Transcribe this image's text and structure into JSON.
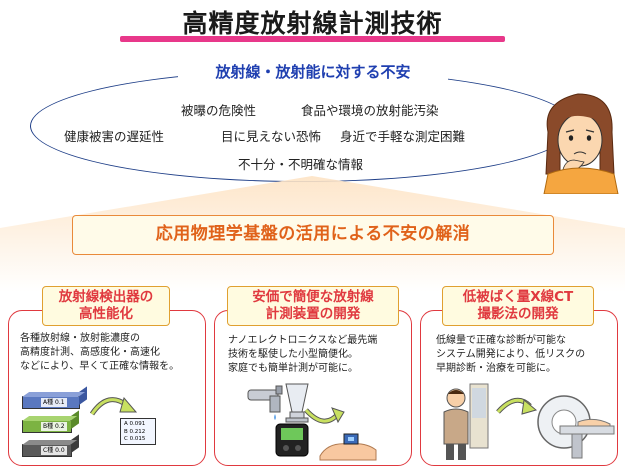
{
  "title": "高精度放射線計測技術",
  "anxiety": {
    "heading": "放射線・放射能に対する不安",
    "items": [
      "被曝の危険性",
      "食品や環境の放射能汚染",
      "健康被害の遅延性",
      "目に見えない恐怖",
      "身近で手軽な測定困難",
      "不十分・不明確な情報"
    ]
  },
  "solution": "応用物理学基盤の活用による不安の解消",
  "panels": [
    {
      "heading_line1": "放射線検出器の",
      "heading_line2": "高性能化",
      "body": [
        "各種放射線・放射能濃度の",
        "高精度計測、高感度化・高速化",
        "などにより、早くて正確な情報を。"
      ],
      "bars": [
        "A種 0.1",
        "B種 0.2",
        "C種 0.0"
      ],
      "readout": [
        "A 0.091",
        "B 0.212",
        "C 0.015"
      ]
    },
    {
      "heading_line1": "安価で簡便な放射線",
      "heading_line2": "計測装置の開発",
      "body": [
        "ナノエレクトロニクスなど最先端",
        "技術を駆使した小型簡便化。",
        "家庭でも簡単計測が可能に。"
      ]
    },
    {
      "heading_line1": "低被ばく量X線CT",
      "heading_line2": "撮影法の開発",
      "body": [
        "低線量で正確な診断が可能な",
        "システム開発により、低リスクの",
        "早期診断・治療を可能に。"
      ]
    }
  ],
  "colors": {
    "title_bar": "#e8388a",
    "ellipse": "#1f3f88",
    "anxiety_heading": "#1f3fb0",
    "solution_text": "#e0621a",
    "panel_border": "#e0393f",
    "panel_heading": "#e0393f"
  }
}
